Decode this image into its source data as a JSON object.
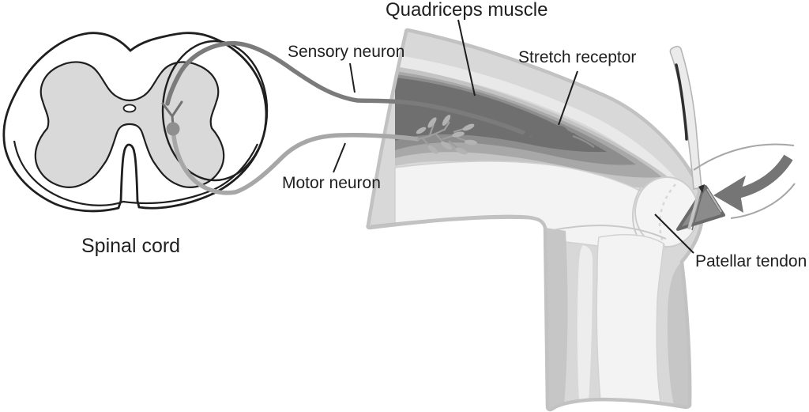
{
  "labels": {
    "quadriceps_muscle": "Quadriceps muscle",
    "sensory_neuron": "Sensory neuron",
    "stretch_receptor": "Stretch receptor",
    "motor_neuron": "Motor neuron",
    "spinal_cord": "Spinal cord",
    "patellar_tendon": "Patellar tendon"
  },
  "colors": {
    "background": "#ffffff",
    "outline": "#1f1f1f",
    "label_text": "#1f1f1f",
    "sensory_neuron": "#7b7b7b",
    "motor_neuron": "#a7a7a7",
    "neuron_cell_body": "#8f8f8f",
    "gray_matter_fill": "#d9d9d9",
    "muscle_core": "#6f6f6f",
    "muscle_mid": "#8d8d8d",
    "muscle_outer": "#a8a8a8",
    "muscle_sheath": "#c4c4c4",
    "skin_fill": "#d8d8d8",
    "bone_fill": "#f3f3f3",
    "hammer_head": "#8b8b8b",
    "swing_arrow": "#757575"
  }
}
